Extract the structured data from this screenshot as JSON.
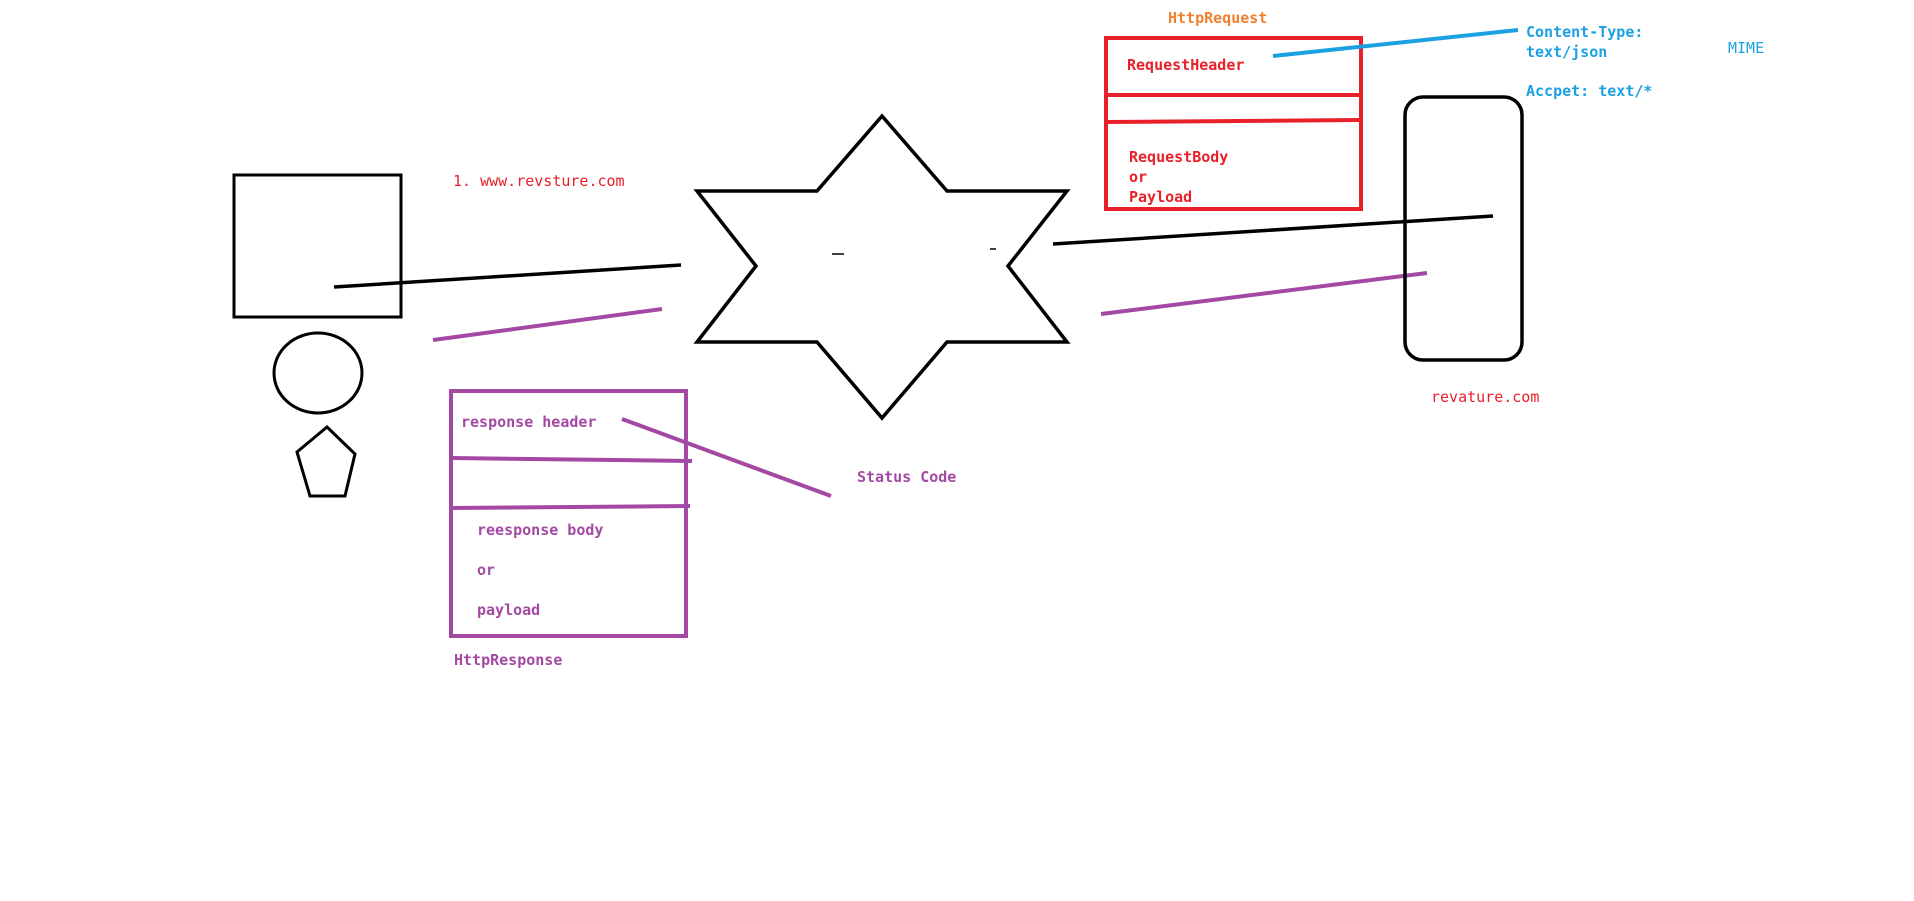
{
  "colors": {
    "black": "#000000",
    "red": "#e8202a",
    "orange": "#f08030",
    "purple": "#a349a4",
    "blue": "#1ba1e2"
  },
  "client": {
    "url_text": "1. www.revsture.com"
  },
  "request": {
    "title": "HttpRequest",
    "header": "RequestHeader",
    "body_line1": "RequestBody",
    "body_line2": "or",
    "body_line3": "Payload"
  },
  "headers_note": {
    "content_type": "Content-Type:",
    "content_type_value": "text/json",
    "mime": "MIME",
    "accept": "Accpet: text/*"
  },
  "server": {
    "label": "revature.com"
  },
  "response": {
    "header": "response header",
    "body_line1": "reesponse body",
    "body_line2": "or",
    "body_line3": "payload",
    "title": "HttpResponse"
  },
  "status_code": "Status Code"
}
